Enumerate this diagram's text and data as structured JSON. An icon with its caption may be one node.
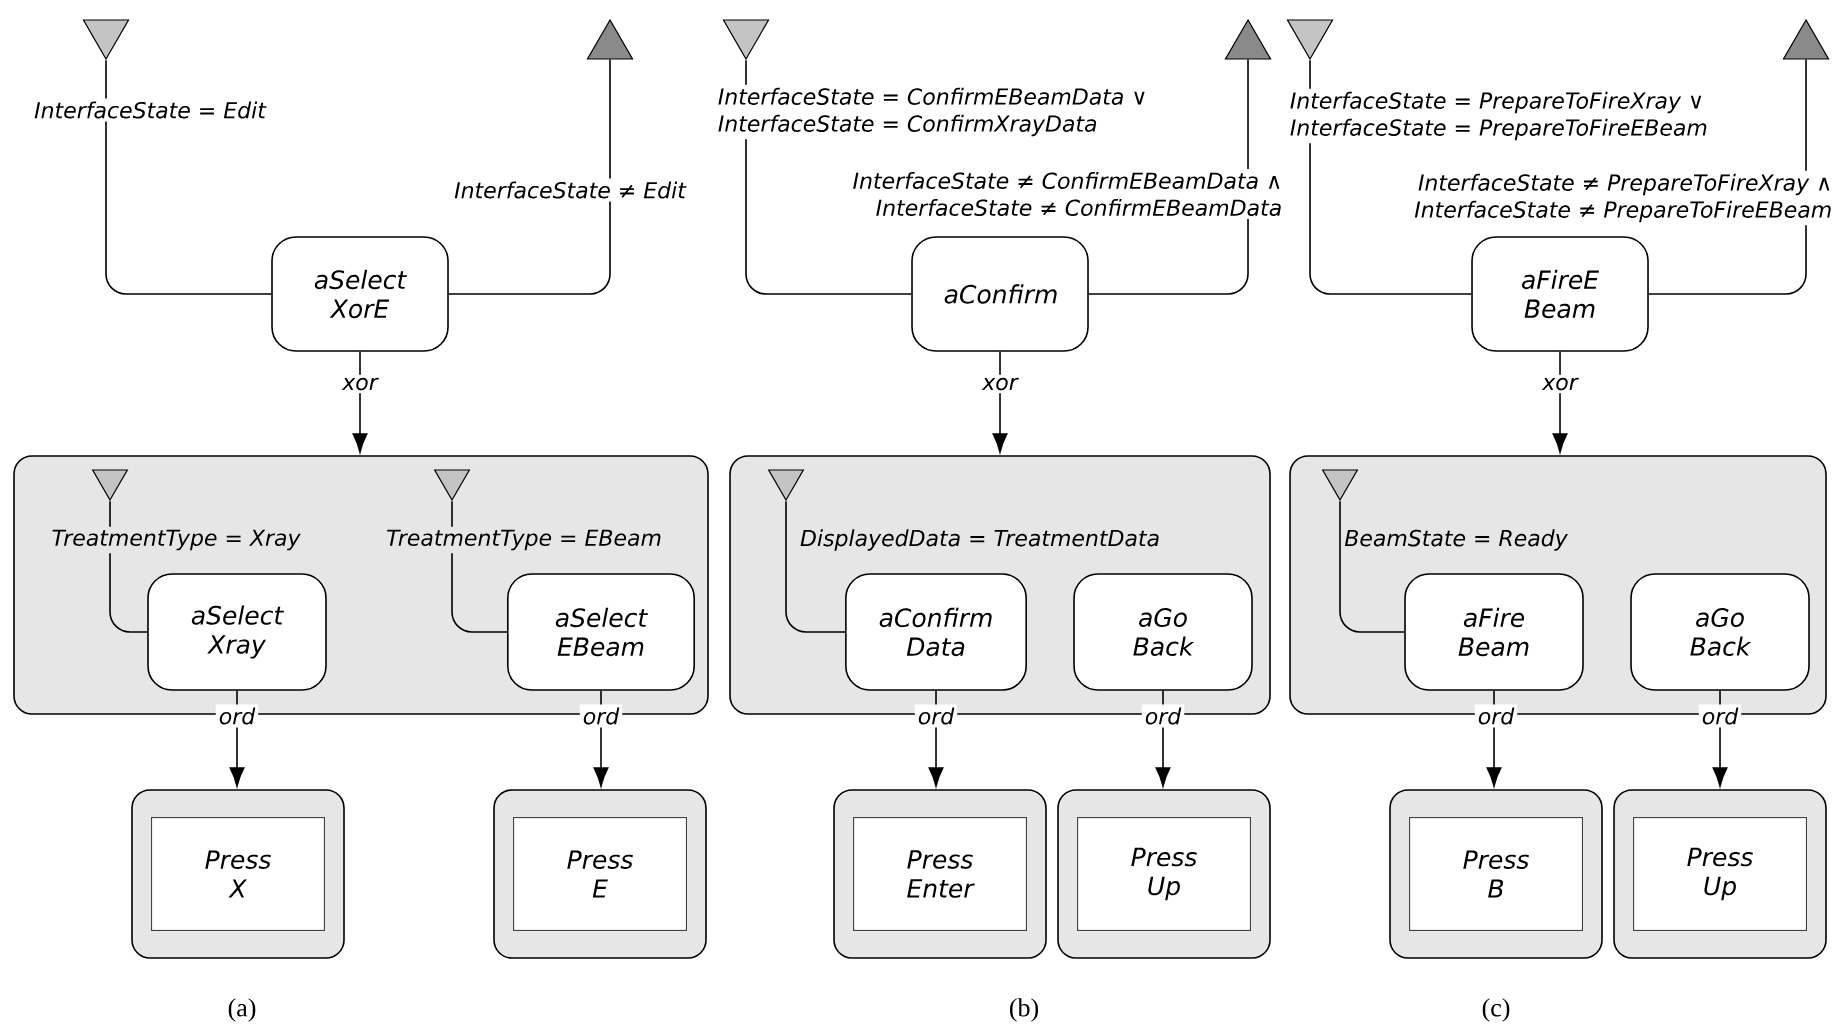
{
  "diagram": {
    "nodes": [
      {
        "text": [],
        "shape": "triangle"
      },
      {
        "text": [],
        "shape": "triangle"
      },
      {
        "text": [
          "aSelect XorE"
        ]
      },
      {
        "text": [],
        "shape": "box"
      },
      {
        "text": [],
        "shape": "triangle",
        "in": 3
      },
      {
        "text": [],
        "shape": "triangle",
        "in": 3
      },
      {
        "text": [
          "aSelect Xray"
        ],
        "in": 3
      },
      {
        "text": [
          "aSelect EBeam"
        ],
        "in": 3
      },
      {
        "text": [
          "Press X"
        ]
      },
      {
        "text": [
          "Press E"
        ]
      },
      {
        "text": [],
        "shape": "triangle"
      },
      {
        "text": [],
        "shape": "triangle"
      },
      {
        "text": [
          "aConfirm"
        ]
      },
      {
        "text": [],
        "shape": "box"
      },
      {
        "text": [],
        "shape": "triangle",
        "in": 13
      },
      {
        "text": [
          "aConfirm Data"
        ],
        "in": 13
      },
      {
        "text": [
          "aGo Back"
        ],
        "in": 13
      },
      {
        "text": [
          "Press Enter"
        ]
      },
      {
        "text": [
          "Press Up"
        ]
      },
      {
        "text": [],
        "shape": "triangle"
      },
      {
        "text": [],
        "shape": "triangle"
      },
      {
        "text": [
          "aFireE Beam"
        ]
      },
      {
        "text": [],
        "shape": "box"
      },
      {
        "text": [],
        "shape": "triangle",
        "in": 22
      },
      {
        "text": [
          "aFire Beam"
        ],
        "in": 22
      },
      {
        "text": [
          "aGo Back"
        ],
        "in": 22
      },
      {
        "text": [
          "Press B"
        ]
      },
      {
        "text": [
          "Press Up"
        ]
      }
    ],
    "edges": [
      {
        "from": 0,
        "to": 2,
        "arrow": "none",
        "label": "InterfaceState = Edit"
      },
      {
        "from": 2,
        "to": 1,
        "arrow": "none",
        "label": "InterfaceState ≠ Edit"
      },
      {
        "from": 2,
        "to": 3,
        "arrow": "to",
        "label": "xor"
      },
      {
        "from": 4,
        "to": 6,
        "arrow": "none",
        "label": "TreatmentType = Xray"
      },
      {
        "from": 5,
        "to": 7,
        "arrow": "none",
        "label": "TreatmentType = EBeam"
      },
      {
        "from": 6,
        "to": 8,
        "arrow": "to",
        "label": "ord"
      },
      {
        "from": 7,
        "to": 9,
        "arrow": "to",
        "label": "ord"
      },
      {
        "from": 10,
        "to": 12,
        "arrow": "none",
        "label": "InterfaceState = ConfirmEBeamData ∨ InterfaceState = ConfirmXrayData"
      },
      {
        "from": 12,
        "to": 11,
        "arrow": "none",
        "label": "InterfaceState ≠ ConfirmEBeamData ∧ InterfaceState ≠ ConfirmEBeamData"
      },
      {
        "from": 12,
        "to": 13,
        "arrow": "to",
        "label": "xor"
      },
      {
        "from": 14,
        "to": 15,
        "arrow": "none",
        "label": "DisplayedData = TreatmentData"
      },
      {
        "from": 15,
        "to": 17,
        "arrow": "to",
        "label": "ord"
      },
      {
        "from": 16,
        "to": 18,
        "arrow": "to",
        "label": "ord"
      },
      {
        "from": 19,
        "to": 21,
        "arrow": "none",
        "label": "InterfaceState = PrepareToFireXray ∨ InterfaceState = PrepareToFireEBeam"
      },
      {
        "from": 21,
        "to": 20,
        "arrow": "none",
        "label": "InterfaceState ≠ PrepareToFireXray ∧ InterfaceState ≠ PrepareToFireEBeam"
      },
      {
        "from": 21,
        "to": 22,
        "arrow": "to",
        "label": "xor"
      },
      {
        "from": 23,
        "to": 24,
        "arrow": "none",
        "label": "BeamState = Ready"
      },
      {
        "from": 24,
        "to": 26,
        "arrow": "to",
        "label": "ord"
      },
      {
        "from": 25,
        "to": 27,
        "arrow": "to",
        "label": "ord"
      }
    ],
    "labels": [
      "(a)",
      "(b)",
      "(c)"
    ]
  }
}
